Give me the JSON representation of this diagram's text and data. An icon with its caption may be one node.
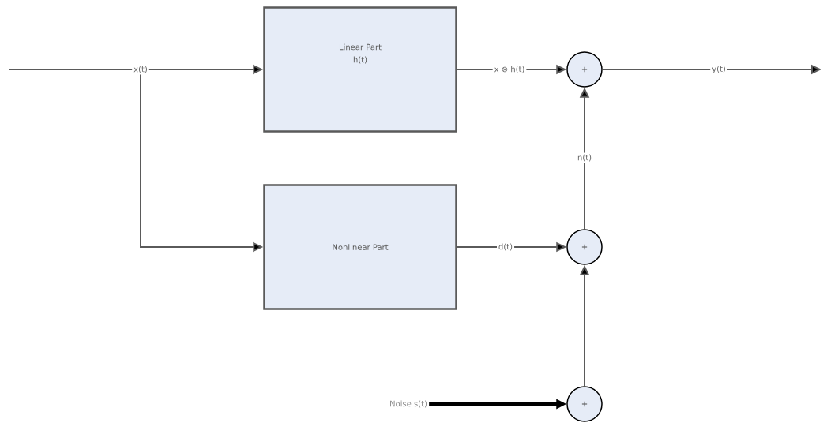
{
  "diagram": {
    "nodes": [
      {
        "text": [
          "Linear Part",
          "h(t)"
        ]
      },
      {
        "text": [
          "Nonlinear Part"
        ]
      },
      {
        "text": [
          "+"
        ]
      },
      {
        "text": [
          "+"
        ]
      },
      {
        "text": [
          "+"
        ]
      },
      {
        "text": [
          "Noise s(t)"
        ]
      }
    ],
    "edges": [
      {
        "from": null,
        "to": 0,
        "arrow": "to",
        "label": "x(t)"
      },
      {
        "from": null,
        "to": 1,
        "arrow": "to"
      },
      {
        "from": 0,
        "to": 2,
        "arrow": "to",
        "label": "x ⊗ h(t)"
      },
      {
        "from": 1,
        "to": 3,
        "arrow": "to",
        "label": "d(t)"
      },
      {
        "from": 3,
        "to": 2,
        "arrow": "to",
        "label": "n(t)"
      },
      {
        "from": 5,
        "to": 4,
        "arrow": "to",
        "style": "thick",
        "color": "#000000"
      },
      {
        "from": 4,
        "to": 3,
        "arrow": "to"
      },
      {
        "from": 2,
        "to": null,
        "arrow": "to",
        "label": "y(t)"
      }
    ]
  }
}
